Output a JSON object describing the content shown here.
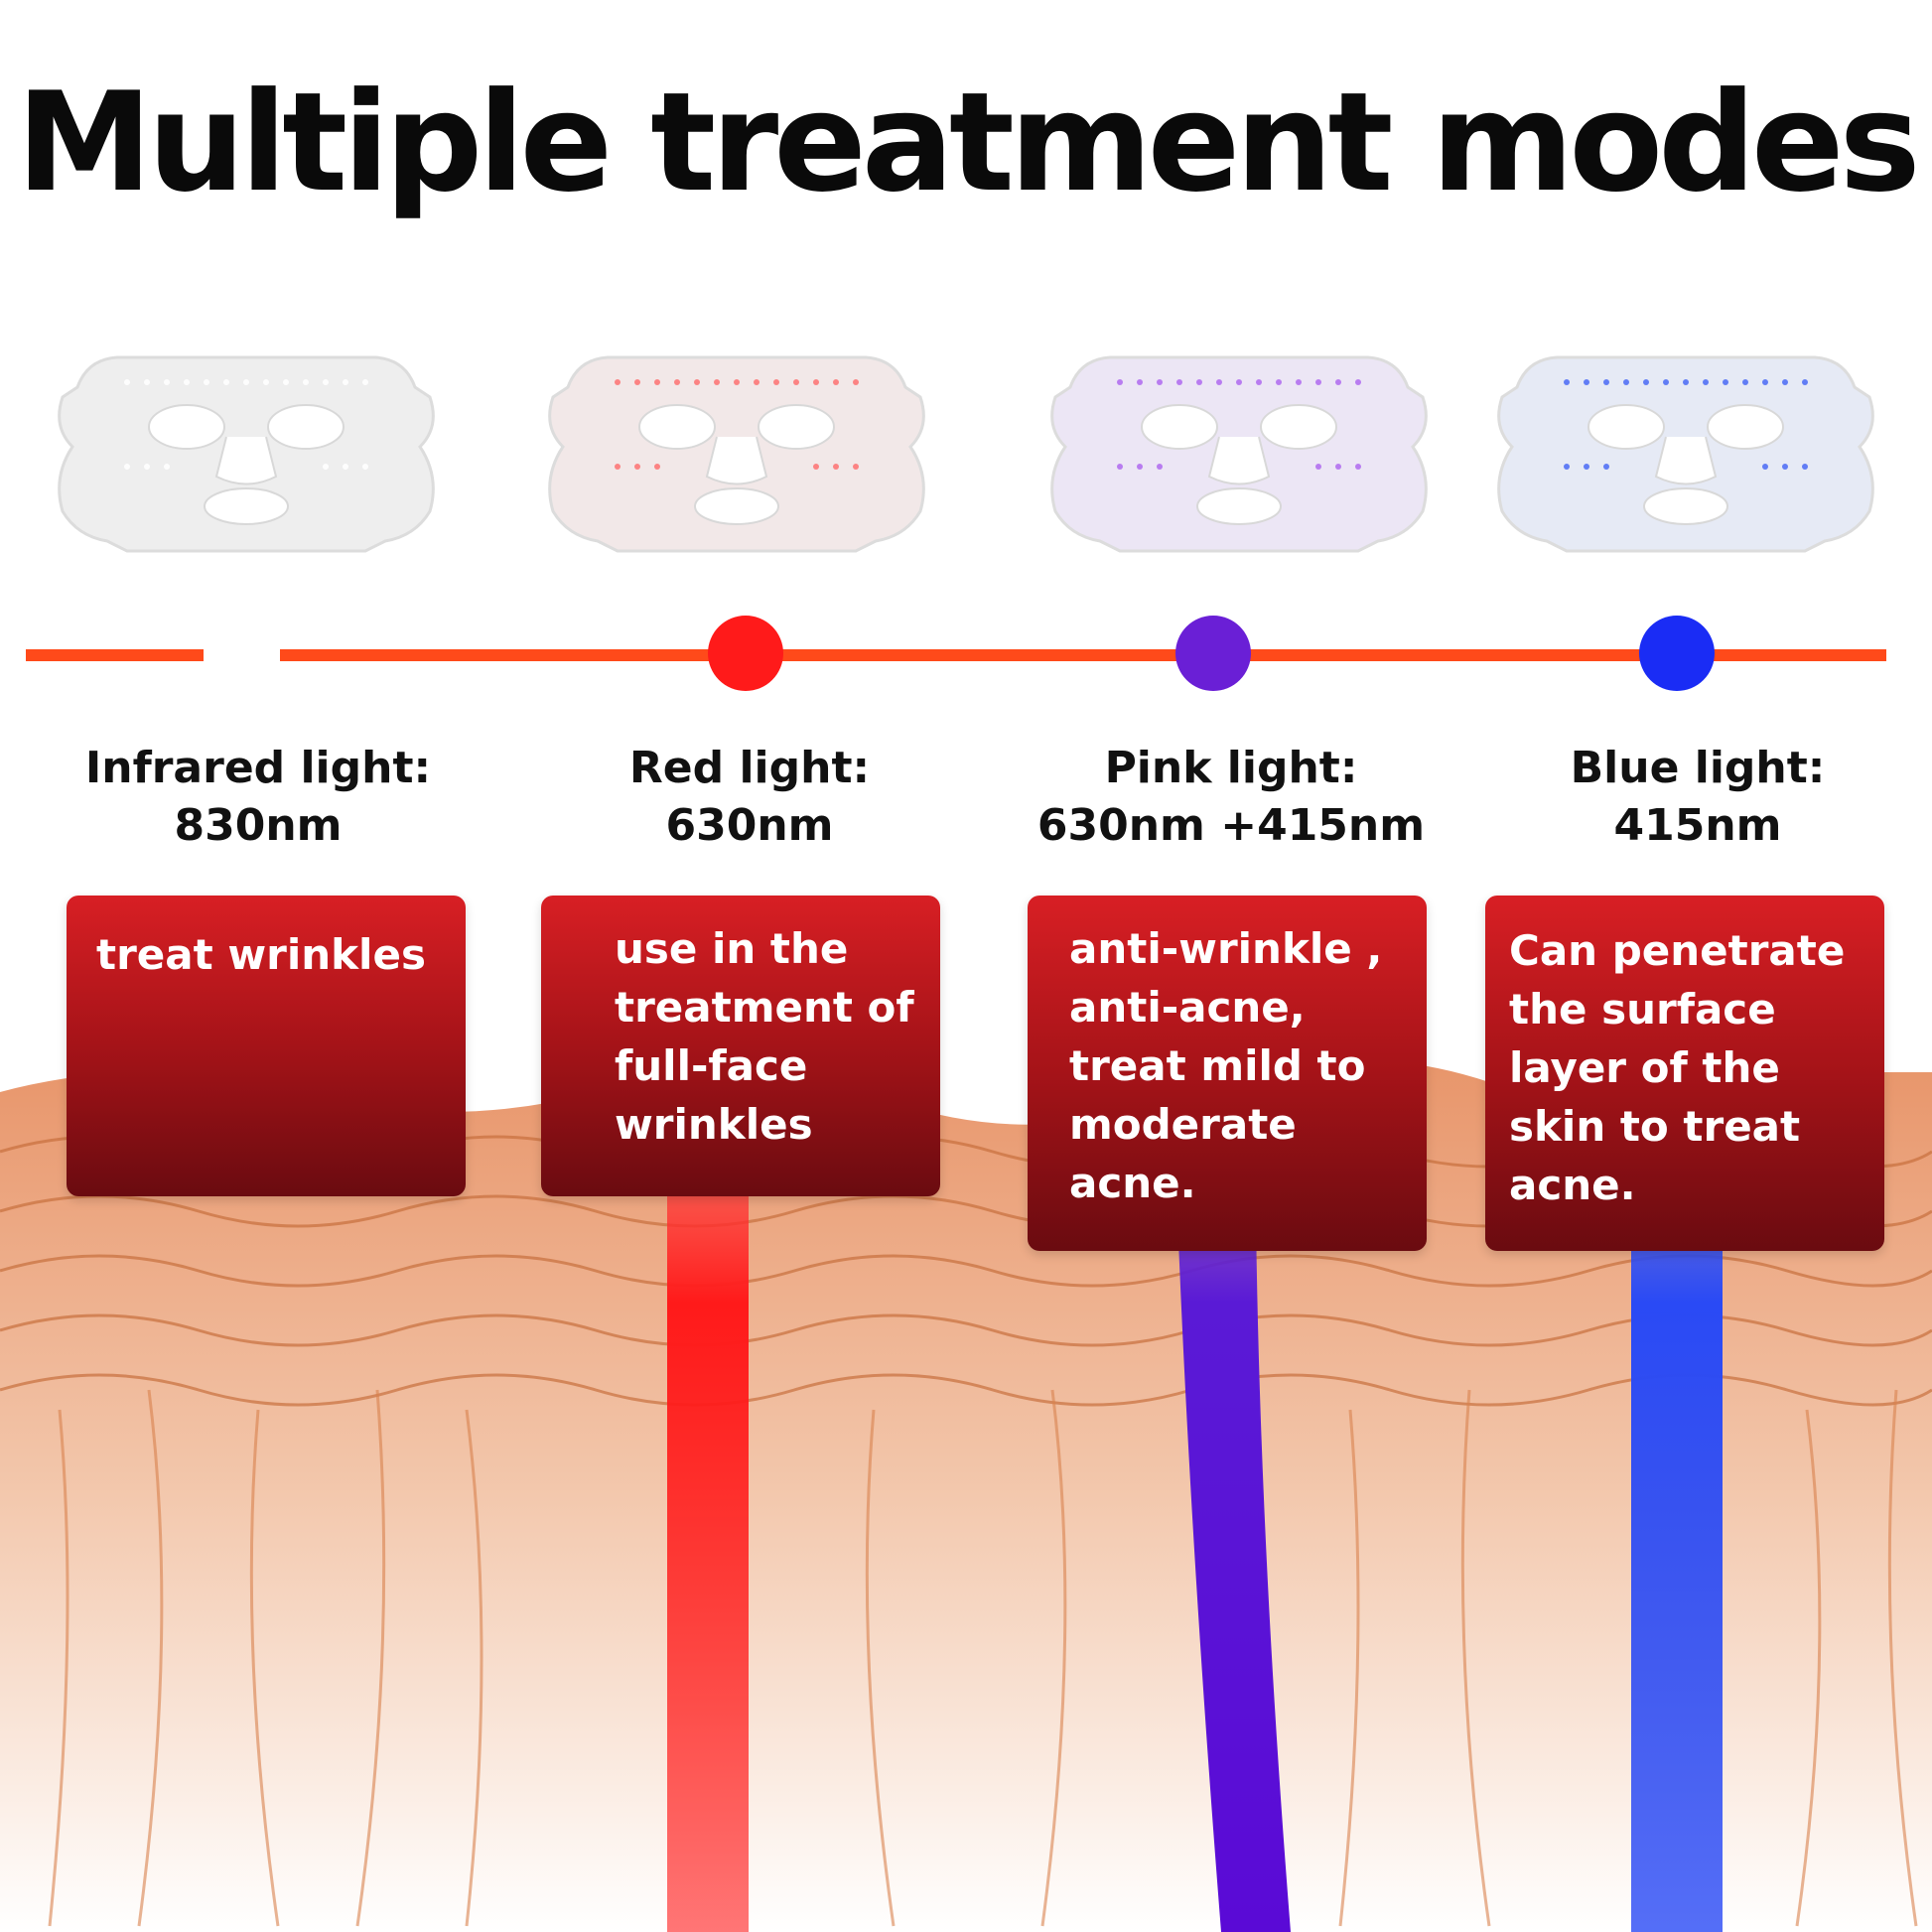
{
  "title": "Multiple treatment modes",
  "modes": [
    {
      "label_line1": "Infrared light:",
      "label_line2": "830nm",
      "description": "treat wrinkles",
      "color": "#ffffff"
    },
    {
      "label_line1": "Red light:",
      "label_line2": "630nm",
      "description": "use in the treatment of full-face wrinkles",
      "color": "#ff1a1a"
    },
    {
      "label_line1": "Pink light:",
      "label_line2": "630nm +415nm",
      "description": "anti-wrinkle , anti-acne, treat mild to moderate acne.",
      "color": "#6a1fd6"
    },
    {
      "label_line1": "Blue light:",
      "label_line2": "415nm",
      "description": "Can penetrate the surface layer of the skin to treat acne.",
      "color": "#1a2cf5"
    }
  ],
  "colors": {
    "timeline": "#ff4a1a",
    "card_top": "#d81f24",
    "card_bottom": "#6a0b10",
    "skin": "#e08a5a"
  }
}
